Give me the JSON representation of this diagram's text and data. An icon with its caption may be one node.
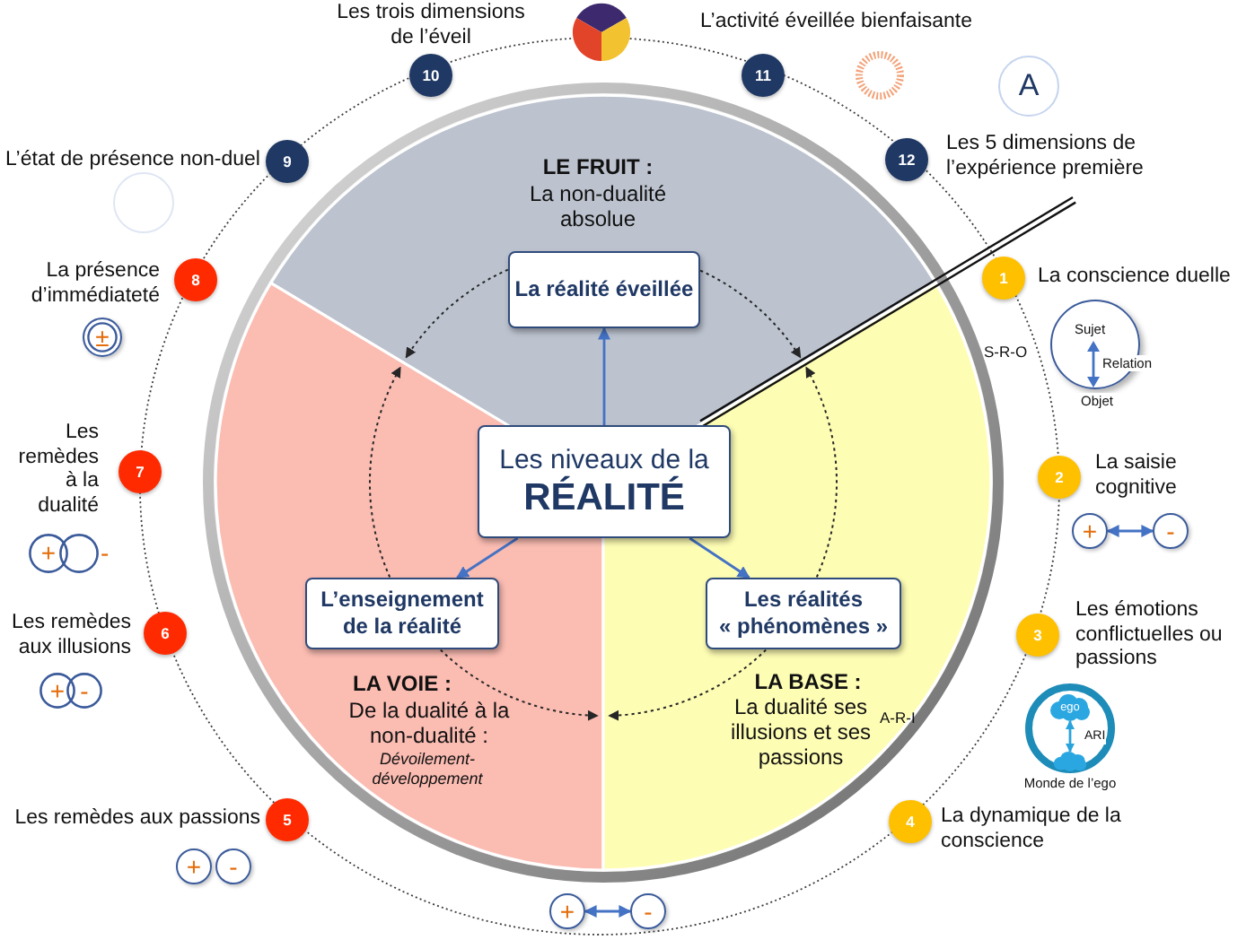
{
  "diagram": {
    "nodes": [
      {
        "text": [
          "LE FRUIT :",
          "La non-dualité absolue"
        ]
      },
      {
        "text": [
          "La réalité éveillée"
        ],
        "in": 0
      },
      {
        "text": [
          "LA VOIE :",
          "De la dualité à la non-dualité :",
          "Dévoilement-développement"
        ]
      },
      {
        "text": [
          "L’enseignement de la réalité"
        ],
        "in": 2
      },
      {
        "text": [
          "LA BASE :",
          "La dualité ses illusions et ses passions"
        ]
      },
      {
        "text": [
          "Les réalités « phénomènes »"
        ],
        "in": 4
      },
      {
        "text": [
          "Les niveaux de la",
          "RÉALITÉ"
        ]
      },
      {
        "text": [
          "1"
        ],
        "beside": [
          "La conscience duelle"
        ]
      },
      {
        "text": [
          "2"
        ],
        "beside": [
          "La saisie cognitive"
        ]
      },
      {
        "text": [
          "3"
        ],
        "beside": [
          "Les émotions conflictuelles ou passions"
        ]
      },
      {
        "text": [
          "4"
        ],
        "beside": [
          "La dynamique de la conscience"
        ]
      },
      {
        "text": [
          "5"
        ],
        "beside": [
          "Les remèdes aux passions"
        ]
      },
      {
        "text": [
          "6"
        ],
        "beside": [
          "Les remèdes aux illusions"
        ]
      },
      {
        "text": [
          "7"
        ],
        "beside": [
          "Les remèdes à la dualité"
        ]
      },
      {
        "text": [
          "8"
        ],
        "beside": [
          "La présence d’immédiateté"
        ]
      },
      {
        "text": [
          "9"
        ],
        "beside": [
          "L’état de présence non-duel"
        ]
      },
      {
        "text": [
          "10"
        ],
        "beside": [
          "Les trois dimensions de l’éveil"
        ]
      },
      {
        "text": [
          "11"
        ],
        "beside": [
          "L’activité éveillée bienfaisante"
        ]
      },
      {
        "text": [
          "12"
        ],
        "beside": [
          "Les 5 dimensions de l’expérience première"
        ]
      },
      {
        "text": [
          "Sujet",
          "Relation",
          "Objet"
        ]
      },
      {
        "text": [
          "+"
        ]
      },
      {
        "text": [
          "-"
        ]
      },
      {
        "text": [],
        "shape": "circle"
      },
      {
        "text": [
          "ego"
        ],
        "in": 22
      },
      {
        "text": [
          "Monde de l’ego"
        ]
      },
      {
        "text": [
          "+"
        ]
      },
      {
        "text": [
          "-"
        ]
      },
      {
        "text": [
          "+",
          "-"
        ]
      },
      {
        "text": [
          "+"
        ],
        "beside": [
          "-"
        ]
      },
      {
        "text": [
          "±"
        ]
      },
      {
        "text": [],
        "shape": "circle"
      },
      {
        "text": [
          "A"
        ]
      },
      {
        "text": [
          "+"
        ]
      },
      {
        "text": [
          "-"
        ]
      }
    ],
    "edges": [
      {
        "from": 6,
        "to": 1,
        "arrow": "to",
        "color": "#4472c4"
      },
      {
        "from": 6,
        "to": 3,
        "arrow": "to",
        "color": "#4472c4"
      },
      {
        "from": 6,
        "to": 5,
        "arrow": "to",
        "color": "#4472c4"
      },
      {
        "from": 1,
        "to": 4,
        "arrow": "to",
        "style": "dashed",
        "color": "#262626"
      },
      {
        "from": 5,
        "to": 0,
        "arrow": "to",
        "style": "dashed",
        "color": "#262626"
      },
      {
        "from": 5,
        "to": 2,
        "arrow": "to",
        "style": "dashed",
        "color": "#262626"
      },
      {
        "from": 3,
        "to": 4,
        "arrow": "to",
        "style": "dashed",
        "color": "#262626"
      },
      {
        "from": 3,
        "to": 0,
        "arrow": "to",
        "style": "dashed",
        "color": "#262626"
      },
      {
        "from": 1,
        "to": 2,
        "arrow": "to",
        "style": "dashed",
        "color": "#262626"
      },
      {
        "from": 20,
        "to": 21,
        "arrow": "both",
        "color": "#4472c4"
      },
      {
        "from": 23,
        "to": 24,
        "arrow": "both",
        "label": "ARI",
        "color": "#29a3dc"
      },
      {
        "from": 32,
        "to": 33,
        "arrow": "both",
        "color": "#4472c4"
      }
    ],
    "labels": [
      "S-R-O",
      "A-R-I"
    ]
  }
}
